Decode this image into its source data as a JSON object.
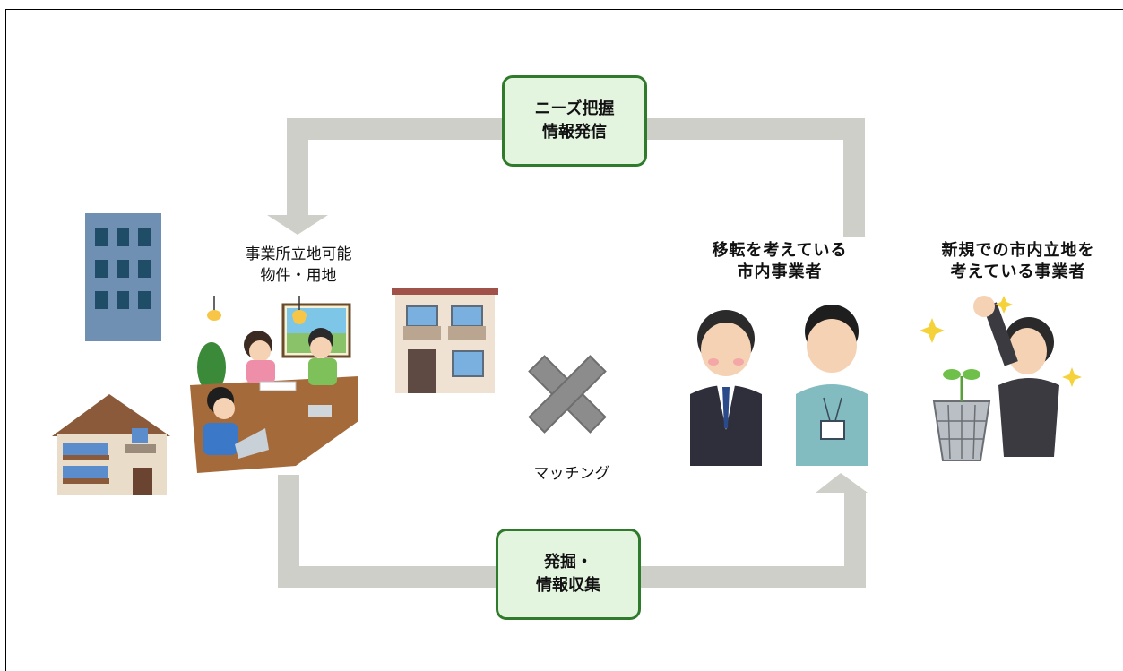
{
  "top_box": {
    "line1": "ニーズ把握",
    "line2": "情報発信"
  },
  "bottom_box": {
    "line1": "発掘・",
    "line2": "情報収集"
  },
  "property_label": {
    "line1": "事業所立地可能",
    "line2": "物件・用地"
  },
  "relocating_label": {
    "line1": "移転を考えている",
    "line2": "市内事業者"
  },
  "new_label": {
    "line1": "新規での市内立地を",
    "line2": "考えている事業者"
  },
  "matching_label": "マッチング",
  "colors": {
    "arrow": "#cfcfca",
    "box_border": "#2f7a2b",
    "box_fill": "#e4f5df",
    "cross": "#8c8c8c"
  }
}
